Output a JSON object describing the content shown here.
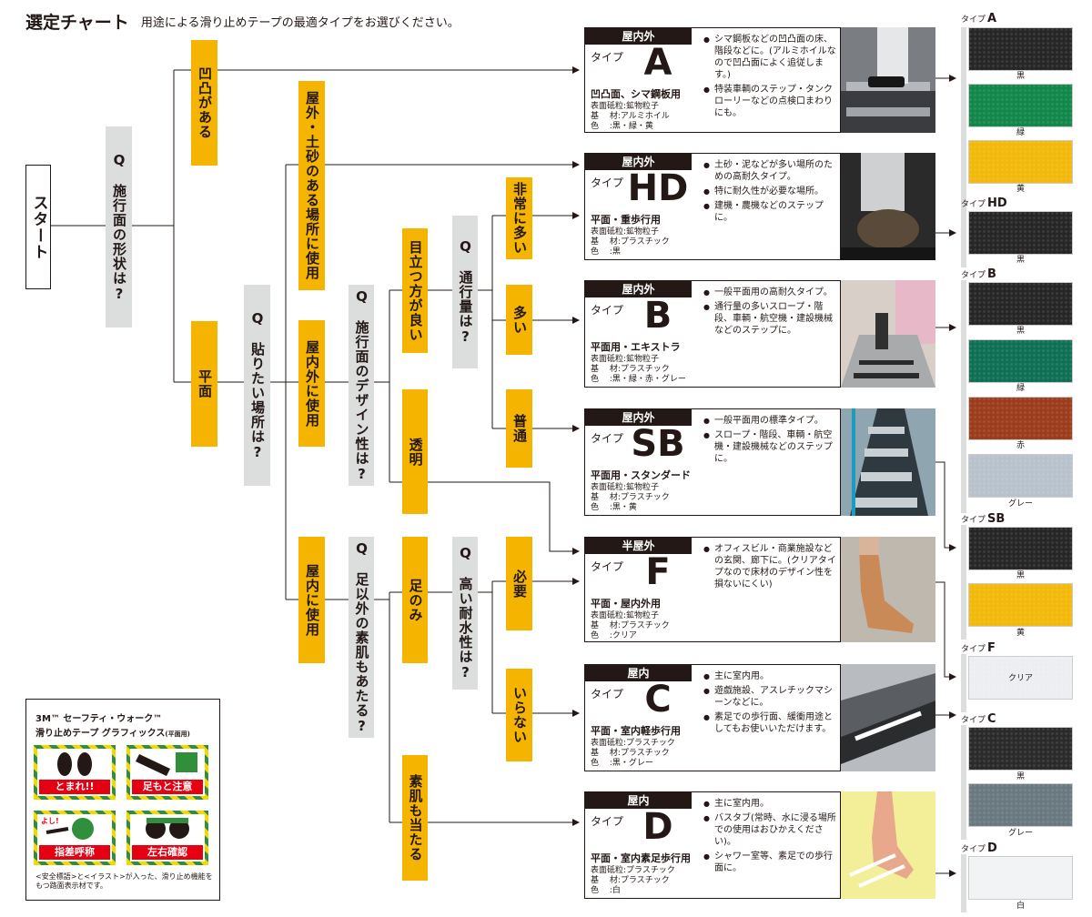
{
  "header": {
    "title": "選定チャート",
    "subtitle": "用途による滑り止めテープの最適タイプをお選びください。"
  },
  "flow": {
    "start": "スタート",
    "q_shape": "施行面の形状は?",
    "uneven": "凹凸がある",
    "flat": "平面",
    "q_place": "貼りたい場所は?",
    "outdoor_soil": "屋外・土砂のある場所に使用",
    "in_out": "屋内外に使用",
    "indoor": "屋内に使用",
    "q_design": "施行面のデザイン性は?",
    "visible_ok": "目立つ方が良い",
    "transparent": "透明",
    "q_traffic": "通行量は?",
    "very_many": "非常に多い",
    "many": "多い",
    "normal": "普通",
    "q_skin": "足以外の素肌もあたる?",
    "feet_only": "足のみ",
    "bare_skin": "素肌も当たる",
    "q_water": "高い耐水性は?",
    "needed": "必要",
    "not_needed": "いらない",
    "q_prefix": "Q"
  },
  "cards": [
    {
      "id": "A",
      "band": "屋内外",
      "label": "タイプ",
      "letter": "A",
      "subtitle": "凹凸面、シマ鋼板用",
      "specs": [
        "表面砥粒:鉱物粒子",
        "基　 材:アルミホイル",
        "色　 :黒・緑・黄"
      ],
      "bullets": [
        "シマ鋼板などの凹凸面の床、階段などに。(アルミホイルなので凹凸面によく追従します。)",
        "特装車輌のステップ・タンクローリーなどの点検口まわりにも。"
      ]
    },
    {
      "id": "HD",
      "band": "屋内外",
      "label": "タイプ",
      "letter": "HD",
      "subtitle": "平面・重歩行用",
      "specs": [
        "表面砥粒:鉱物粒子",
        "基　 材:プラスチック",
        "色　 :黒"
      ],
      "bullets": [
        "土砂・泥などが多い場所のための高耐久タイプ。",
        "特に耐久性が必要な場所。",
        "建機・農機などのステップに。"
      ]
    },
    {
      "id": "B",
      "band": "屋内外",
      "label": "タイプ",
      "letter": "B",
      "subtitle": "平面用・エキストラ",
      "specs": [
        "表面砥粒:鉱物粒子",
        "基　 材:プラスチック",
        "色　 :黒・緑・赤・グレー"
      ],
      "bullets": [
        "一般平面用の高耐久タイプ。",
        "通行量の多いスロープ・階段、車輌・航空機・建設機械などのステップに。"
      ]
    },
    {
      "id": "SB",
      "band": "屋内外",
      "label": "タイプ",
      "letter": "SB",
      "subtitle": "平面用・スタンダード",
      "specs": [
        "表面砥粒:鉱物粒子",
        "基　 材:プラスチック",
        "色　 :黒・黄"
      ],
      "bullets": [
        "一般平面用の標準タイプ。",
        "スロープ・階段、車輌・航空機・建設機械などのステップに。"
      ]
    },
    {
      "id": "F",
      "band": "半屋外",
      "label": "タイプ",
      "letter": "F",
      "subtitle": "平面・屋内外用",
      "specs": [
        "表面砥粒:鉱物粒子",
        "基　 材:プラスチック",
        "色　 :クリア"
      ],
      "bullets": [
        "オフィスビル・商業施設などの玄関、廊下に。(クリアタイプなので床材のデザイン性を損ないにくい)"
      ]
    },
    {
      "id": "C",
      "band": "屋内",
      "label": "タイプ",
      "letter": "C",
      "subtitle": "平面・室内軽歩行用",
      "specs": [
        "表面砥粒:プラスチック",
        "基　 材:プラスチック",
        "色　 :黒・グレー"
      ],
      "bullets": [
        "主に室内用。",
        "遊戯施設、アスレチックマシーンなどに。",
        "素足での歩行面、緩衝用途としてもお使いいただけます。"
      ]
    },
    {
      "id": "D",
      "band": "屋内",
      "label": "タイプ",
      "letter": "D",
      "subtitle": "平面・室内素足歩行用",
      "specs": [
        "表面砥粒:プラスチック",
        "基　 材:プラスチック",
        "色　 :白"
      ],
      "bullets": [
        "主に室内用。",
        "バスタブ(常時、水に浸る場所での使用はおひかえください)。",
        "シャワー室等、素足での歩行面に。"
      ]
    }
  ],
  "swatches": {
    "type_prefix": "タイプ",
    "groups": [
      {
        "type": "A",
        "colors": [
          {
            "name": "黒",
            "hex": "#262626"
          },
          {
            "name": "緑",
            "hex": "#11874a"
          },
          {
            "name": "黄",
            "hex": "#f2b90a"
          }
        ]
      },
      {
        "type": "HD",
        "colors": [
          {
            "name": "黒",
            "hex": "#262626"
          }
        ]
      },
      {
        "type": "B",
        "colors": [
          {
            "name": "黒",
            "hex": "#262626"
          },
          {
            "name": "緑",
            "hex": "#0f6f55"
          },
          {
            "name": "赤",
            "hex": "#9c3c1c"
          },
          {
            "name": "グレー",
            "hex": "#b8c2cc"
          }
        ]
      },
      {
        "type": "SB",
        "colors": [
          {
            "name": "黒",
            "hex": "#262626"
          },
          {
            "name": "黄",
            "hex": "#f2b90a"
          }
        ]
      },
      {
        "type": "F",
        "colors": [
          {
            "name": "クリア",
            "hex": "#eceef2"
          }
        ]
      },
      {
        "type": "C",
        "colors": [
          {
            "name": "黒",
            "hex": "#2a2a2a"
          },
          {
            "name": "グレー",
            "hex": "#6a7880"
          }
        ]
      },
      {
        "type": "D",
        "colors": [
          {
            "name": "白",
            "hex": "#f0f2f4"
          }
        ]
      }
    ]
  },
  "legend": {
    "title1": "3M™ セーフティ・ウォーク™",
    "title2": "滑り止めテープ グラフィックス",
    "title2_small": "(平面用)",
    "signs": [
      "とまれ!!",
      "足もと注意",
      "指差呼称",
      "左右確認"
    ],
    "sign_small": "よし!",
    "note": "<安全標語>と<イラスト>が入った、滑り止め機能をもつ路面表示材です。"
  },
  "colors": {
    "accent": "#f5b400",
    "grey": "#dcdddd",
    "dark": "#231815"
  }
}
